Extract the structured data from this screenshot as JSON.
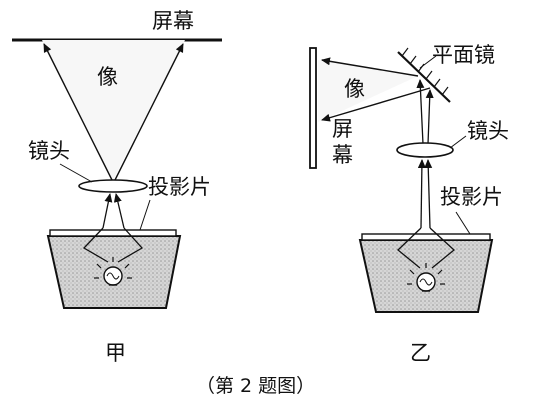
{
  "diagram_a": {
    "screen": "屏幕",
    "image": "像",
    "lens": "镜头",
    "slide": "投影片",
    "caption": "甲"
  },
  "diagram_b": {
    "mirror": "平面镜",
    "image": "像",
    "screen_line1": "屏",
    "screen_line2": "幕",
    "lens": "镜头",
    "slide": "投影片",
    "caption": "乙"
  },
  "figure_caption": "（第 2 题图）"
}
